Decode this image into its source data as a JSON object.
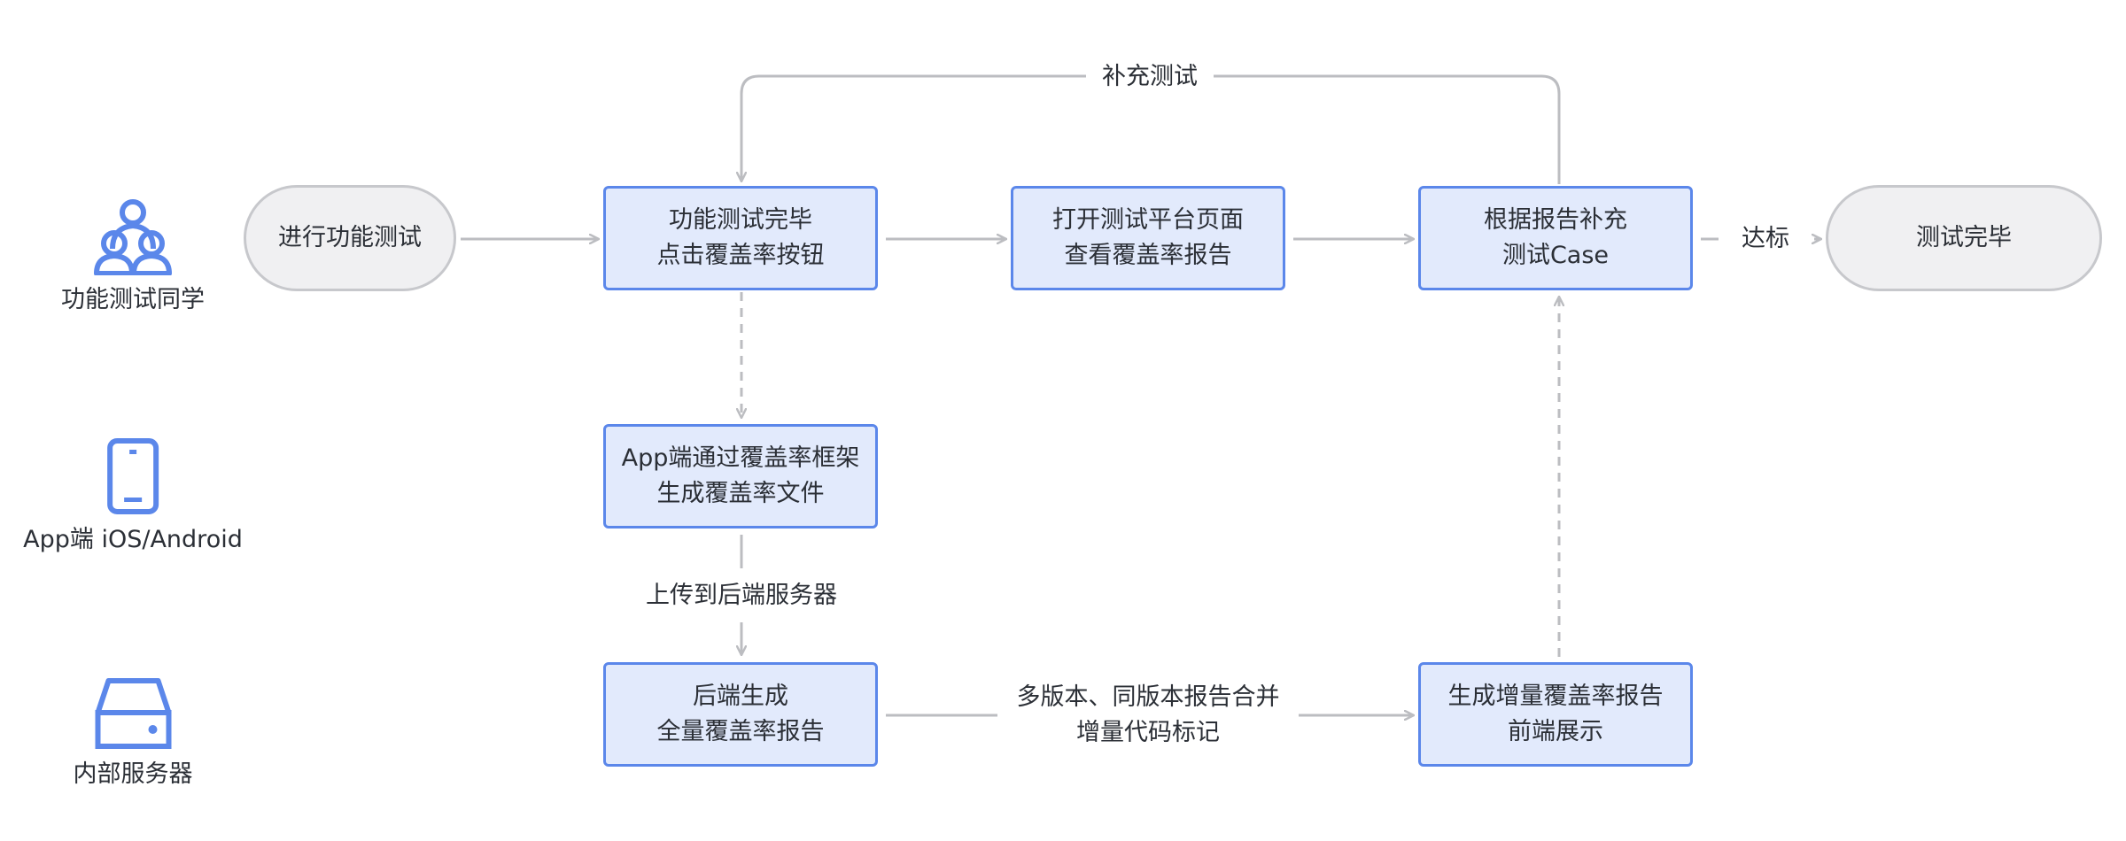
{
  "lanes": [
    {
      "label": "功能测试同学",
      "icon": "users-icon"
    },
    {
      "label": "App端 iOS/Android",
      "icon": "phone-icon"
    },
    {
      "label": "内部服务器",
      "icon": "server-icon"
    }
  ],
  "nodes": {
    "start": {
      "lines": [
        "进行功能测试"
      ]
    },
    "test_done": {
      "lines": [
        "功能测试完毕",
        "点击覆盖率按钮"
      ]
    },
    "open_platform": {
      "lines": [
        "打开测试平台页面",
        "查看覆盖率报告"
      ]
    },
    "supplement_case": {
      "lines": [
        "根据报告补充",
        "测试Case"
      ]
    },
    "finish": {
      "lines": [
        "测试完毕"
      ]
    },
    "app_generate": {
      "lines": [
        "App端通过覆盖率框架",
        "生成覆盖率文件"
      ]
    },
    "backend_full": {
      "lines": [
        "后端生成",
        "全量覆盖率报告"
      ]
    },
    "incremental": {
      "lines": [
        "生成增量覆盖率报告",
        "前端展示"
      ]
    }
  },
  "edge_labels": {
    "loop": "补充测试",
    "reach": "达标",
    "upload": "上传到后端服务器",
    "merge": [
      "多版本、同版本报告合并",
      "增量代码标记"
    ]
  },
  "colors": {
    "process_fill": "#e2eafc",
    "process_border": "#5b87ea",
    "terminal_fill": "#f0f0f2",
    "terminal_border": "#c7c8cc",
    "edge": "#bcbdc1",
    "icon": "#5b87ea"
  }
}
